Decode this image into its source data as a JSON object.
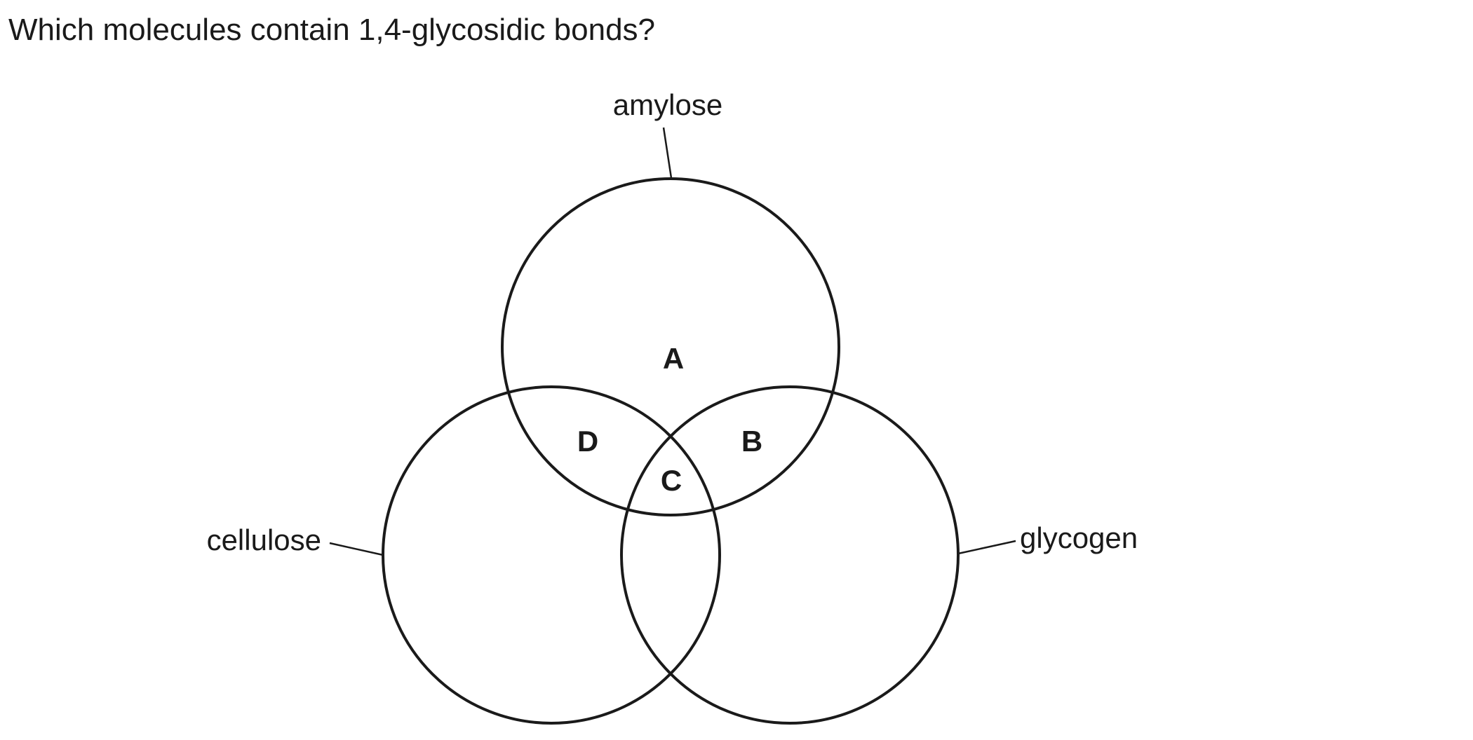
{
  "question": "Which molecules contain 1,4-glycosidic bonds?",
  "sets": {
    "amylose": "amylose",
    "cellulose": "cellulose",
    "glycogen": "glycogen"
  },
  "regions": {
    "a": "A",
    "b": "B",
    "c": "C",
    "d": "D"
  }
}
